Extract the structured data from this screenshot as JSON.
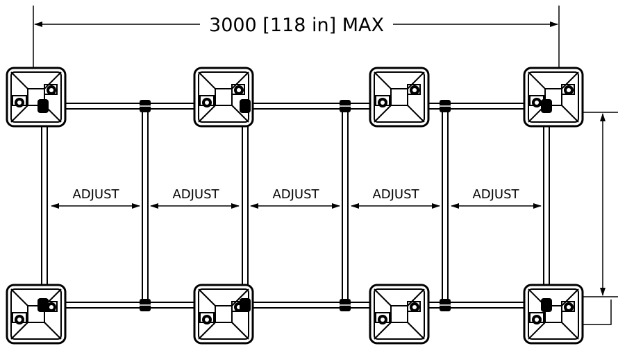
{
  "colors": {
    "ink": "#000000",
    "paper": "#ffffff"
  },
  "dimension_overall": {
    "text": "3000 [118 in] MAX"
  },
  "gap_label": "ADJUST",
  "gaps": [
    {
      "text": "ADJUST"
    },
    {
      "text": "ADJUST"
    },
    {
      "text": "ADJUST"
    },
    {
      "text": "ADJUST"
    },
    {
      "text": "ADJUST"
    }
  ],
  "feet": {
    "count_top": 4,
    "count_bottom": 4
  },
  "crossbars": {
    "count": 6
  }
}
